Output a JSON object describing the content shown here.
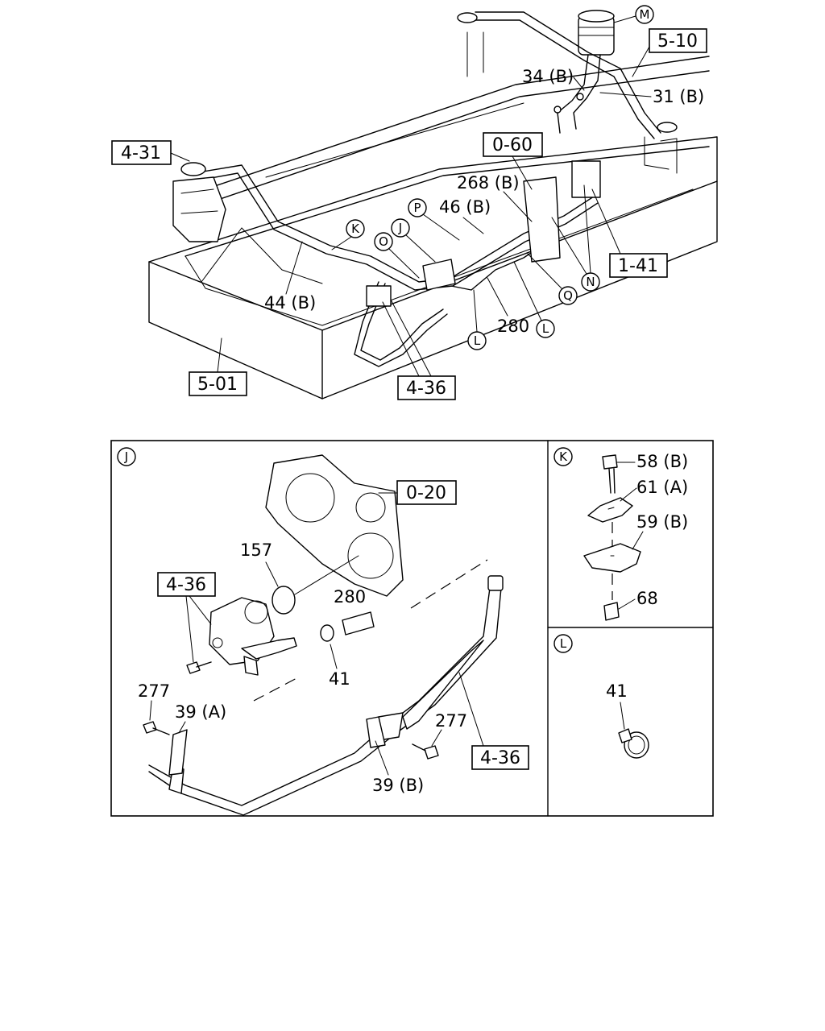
{
  "boxed_refs": {
    "r5_10": "5-10",
    "r4_31": "4-31",
    "r0_60": "0-60",
    "r1_41": "1-41",
    "r5_01": "5-01",
    "r4_36_top": "4-36",
    "r0_20": "0-20",
    "r4_36_j": "4-36",
    "r4_36_j2": "4-36"
  },
  "callouts": {
    "M": "M",
    "K": "K",
    "P": "P",
    "J": "J",
    "O": "O",
    "N": "N",
    "Q": "Q",
    "L1": "L",
    "L2": "L"
  },
  "part_labels": {
    "p34b": "34 (B)",
    "p31b": "31 (B)",
    "p268b": "268 (B)",
    "p46b": "46 (B)",
    "p44b": "44 (B)",
    "p280_top": "280",
    "p157": "157",
    "p280_j": "280",
    "p41_j": "41",
    "p277_a": "277",
    "p39a": "39 (A)",
    "p277_b": "277",
    "p39b": "39 (B)",
    "p58b": "58 (B)",
    "p61a": "61 (A)",
    "p59b": "59 (B)",
    "p68": "68",
    "p41_l": "41"
  },
  "detail_panels": {
    "j_tag": "J",
    "k_tag": "K",
    "l_tag": "L"
  }
}
